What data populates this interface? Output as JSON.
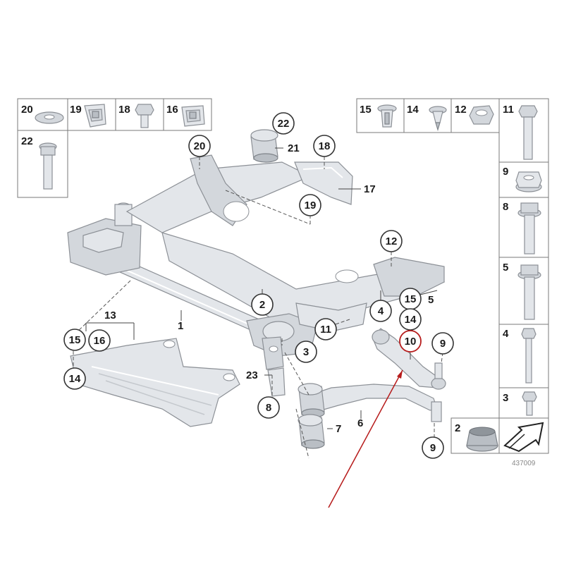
{
  "diagram": {
    "code": "437009",
    "highlight_color": "#b71c1c",
    "arrow_color": "#b71c1c"
  },
  "parts_table_left": [
    {
      "num": "20",
      "icon": "washer-icon"
    },
    {
      "num": "19",
      "icon": "clip-nut-icon"
    },
    {
      "num": "18",
      "icon": "hex-bolt-short-icon"
    },
    {
      "num": "16",
      "icon": "clip-nut-icon"
    },
    {
      "num": "22",
      "icon": "long-bolt-icon"
    }
  ],
  "parts_table_right": [
    {
      "num": "15",
      "icon": "expanding-rivet-icon"
    },
    {
      "num": "14",
      "icon": "plug-icon"
    },
    {
      "num": "12",
      "icon": "hex-nut-icon"
    },
    {
      "num": "11",
      "icon": "long-bolt-icon"
    },
    {
      "num": "9",
      "icon": "collar-nut-icon"
    },
    {
      "num": "8",
      "icon": "flange-bolt-icon"
    },
    {
      "num": "5",
      "icon": "flange-bolt-icon"
    },
    {
      "num": "4",
      "icon": "long-screw-icon"
    },
    {
      "num": "3",
      "icon": "short-screw-icon"
    },
    {
      "num": "2",
      "icon": "rubber-mount-icon"
    }
  ],
  "callouts": {
    "c22": "22",
    "c21": "21",
    "c20": "20",
    "c18": "18",
    "c17": "17",
    "c19": "19",
    "c12": "12",
    "c2": "2",
    "c4": "4",
    "c15a": "15",
    "c5": "5",
    "c14a": "14",
    "c10": "10",
    "c9a": "9",
    "c11": "11",
    "c1": "1",
    "c13": "13",
    "c15b": "15",
    "c16": "16",
    "c14b": "14",
    "c3": "3",
    "c23": "23",
    "c8": "8",
    "c6": "6",
    "c7": "7",
    "c9b": "9"
  }
}
